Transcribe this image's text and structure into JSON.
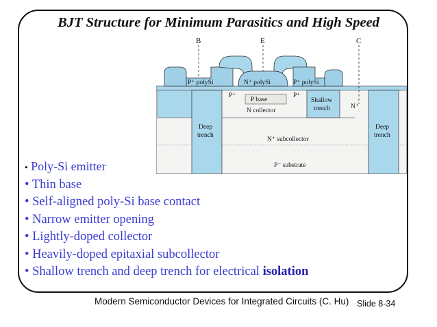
{
  "title": "BJT Structure for Minimum Parasitics and High Speed",
  "diagram": {
    "terminals": {
      "base": "B",
      "emitter": "E",
      "collector": "C"
    },
    "regions": {
      "p_polysi_left": "P⁺ polySi",
      "n_polysi": "N⁺ polySi",
      "p_polysi_right": "P⁺ polySi",
      "p_plus_left": "P⁺",
      "p_plus_right": "P⁺",
      "p_base": "P base",
      "n_collector": "N collector",
      "shallow_trench_line1": "Shallow",
      "shallow_trench_line2": "trench",
      "n_plus": "N⁺",
      "deep_trench_left_line1": "Deep",
      "deep_trench_left_line2": "trench",
      "deep_trench_right_line1": "Deep",
      "deep_trench_right_line2": "trench",
      "n_plus_subcollector": "N⁺ subcollector",
      "p_minus_substrate": "P⁻ substrate"
    },
    "colors": {
      "oxide_blue": "#a9d7ec",
      "poly_blue": "#9fd0e8",
      "silicon": "#f4f4f2",
      "outline": "#333333"
    }
  },
  "bullets": [
    {
      "pre": "Poly-Si emitter",
      "bold": ""
    },
    {
      "pre": "Thin base",
      "bold": ""
    },
    {
      "pre": "Self-aligned poly-Si base contact",
      "bold": ""
    },
    {
      "pre": "Narrow emitter opening",
      "bold": ""
    },
    {
      "pre": "Lightly-doped collector",
      "bold": ""
    },
    {
      "pre": "Heavily-doped epitaxial subcollector",
      "bold": ""
    },
    {
      "pre": "Shallow trench and deep trench for electrical ",
      "bold": "isolation"
    }
  ],
  "footer": "Modern Semiconductor Devices for Integrated Circuits (C. Hu)",
  "slide_number": "Slide 8-34",
  "bullet_color": "#3b3bd1"
}
